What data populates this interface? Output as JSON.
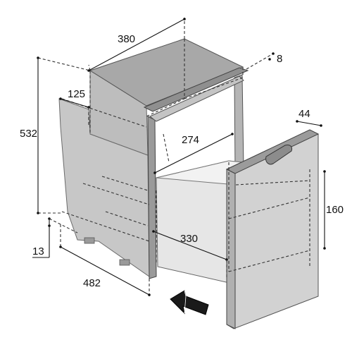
{
  "dimensions": {
    "width_top": "380",
    "height_total": "532",
    "step_depth": "125",
    "flange": "8",
    "drawer_inner_width": "274",
    "drawer_depth": "330",
    "front_thickness": "44",
    "drawer_height": "160",
    "foot_height": "13",
    "total_depth": "482"
  },
  "colors": {
    "body": "#c9c9c9",
    "top": "#a9a9a9",
    "front": "#d4d4d4",
    "drawer": "#e6e6e6",
    "dark_edge": "#7a7a7a",
    "line": "#111111"
  },
  "icons": {
    "arrow": "insert-direction-arrow-icon",
    "handle": "drawer-handle-icon"
  }
}
